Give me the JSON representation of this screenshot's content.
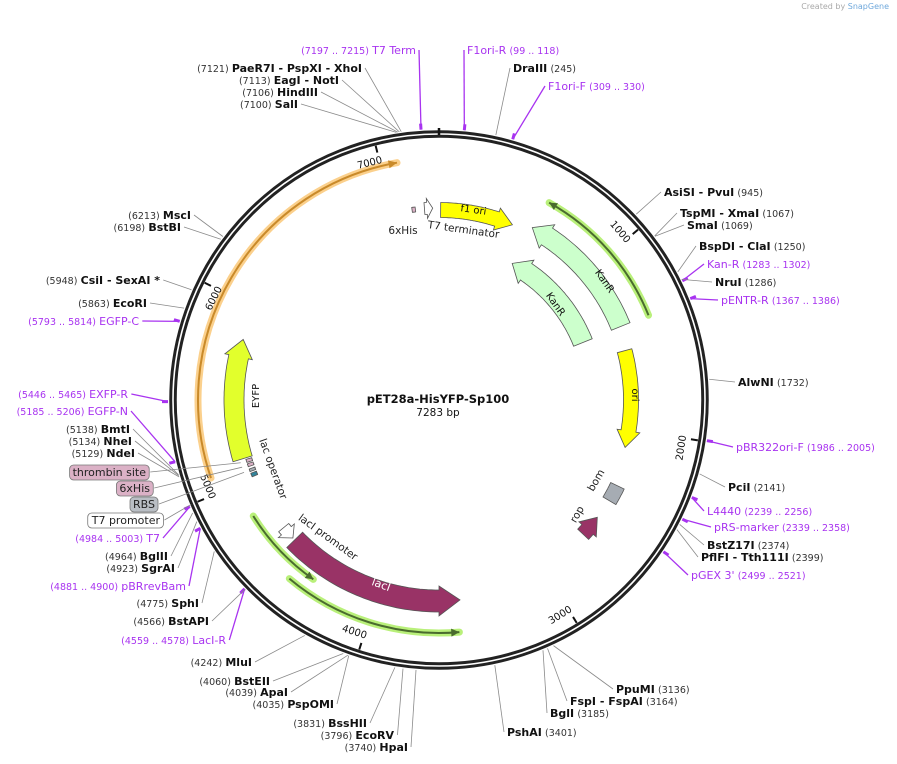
{
  "watermark": {
    "prefix": "Created by",
    "brand": "SnapGene"
  },
  "plasmid": {
    "name": "pET28a-HisYFP-Sp100",
    "length_label": "7283 bp",
    "length": 7283
  },
  "ticks": [
    "1000",
    "2000",
    "3000",
    "4000",
    "5000",
    "6000",
    "7000"
  ],
  "colors": {
    "backbone": "#222222",
    "primer": "#a833f0",
    "site_line": "#8a8a8a"
  },
  "labels": [
    {
      "name": "T7 Term",
      "pos": "(7197 .. 7215)",
      "kind": "primer"
    },
    {
      "name": "PaeR7I  - PspXI  - XhoI",
      "pos": "(7121)",
      "kind": "site"
    },
    {
      "name": "EagI  - NotI",
      "pos": "(7113)",
      "kind": "site"
    },
    {
      "name": "HindIII",
      "pos": "(7106)",
      "kind": "site"
    },
    {
      "name": "SalI",
      "pos": "(7100)",
      "kind": "site"
    },
    {
      "name": "F1ori-R",
      "pos": "(99 .. 118)",
      "kind": "primer"
    },
    {
      "name": "DraIII",
      "pos": "(245)",
      "kind": "site"
    },
    {
      "name": "F1ori-F",
      "pos": "(309 .. 330)",
      "kind": "primer"
    },
    {
      "name": "AsiSI  - PvuI",
      "pos": "(945)",
      "kind": "site"
    },
    {
      "name": "TspMI  - XmaI",
      "pos": "(1067)",
      "kind": "site"
    },
    {
      "name": "SmaI",
      "pos": "(1069)",
      "kind": "site"
    },
    {
      "name": "BspDI  - ClaI",
      "pos": "(1250)",
      "kind": "site"
    },
    {
      "name": "Kan-R",
      "pos": "(1283 .. 1302)",
      "kind": "primer"
    },
    {
      "name": "NruI",
      "pos": "(1286)",
      "kind": "site"
    },
    {
      "name": "pENTR-R",
      "pos": "(1367 .. 1386)",
      "kind": "primer"
    },
    {
      "name": "AlwNI",
      "pos": "(1732)",
      "kind": "site"
    },
    {
      "name": "pBR322ori-F",
      "pos": "(1986 .. 2005)",
      "kind": "primer"
    },
    {
      "name": "PciI",
      "pos": "(2141)",
      "kind": "site"
    },
    {
      "name": "L4440",
      "pos": "(2239 .. 2256)",
      "kind": "primer"
    },
    {
      "name": "pRS-marker",
      "pos": "(2339 .. 2358)",
      "kind": "primer"
    },
    {
      "name": "BstZ17I",
      "pos": "(2374)",
      "kind": "site"
    },
    {
      "name": "PflFI  - Tth111I",
      "pos": "(2399)",
      "kind": "site"
    },
    {
      "name": "pGEX 3'",
      "pos": "(2499 .. 2521)",
      "kind": "primer"
    },
    {
      "name": "PpuMI",
      "pos": "(3136)",
      "kind": "site"
    },
    {
      "name": "FspI  - FspAI",
      "pos": "(3164)",
      "kind": "site"
    },
    {
      "name": "BglI",
      "pos": "(3185)",
      "kind": "site"
    },
    {
      "name": "PshAI",
      "pos": "(3401)",
      "kind": "site"
    },
    {
      "name": "HpaI",
      "pos": "(3740)",
      "kind": "site"
    },
    {
      "name": "EcoRV",
      "pos": "(3796)",
      "kind": "site"
    },
    {
      "name": "BssHII",
      "pos": "(3831)",
      "kind": "site"
    },
    {
      "name": "PspOMI",
      "pos": "(4035)",
      "kind": "site"
    },
    {
      "name": "ApaI",
      "pos": "(4039)",
      "kind": "site"
    },
    {
      "name": "BstEII",
      "pos": "(4060)",
      "kind": "site"
    },
    {
      "name": "MluI",
      "pos": "(4242)",
      "kind": "site"
    },
    {
      "name": "LacI-R",
      "pos": "(4559 .. 4578)",
      "kind": "primer"
    },
    {
      "name": "BstAPI",
      "pos": "(4566)",
      "kind": "site"
    },
    {
      "name": "SphI",
      "pos": "(4775)",
      "kind": "site"
    },
    {
      "name": "pBRrevBam",
      "pos": "(4881 .. 4900)",
      "kind": "primer"
    },
    {
      "name": "SgrAI",
      "pos": "(4923)",
      "kind": "site"
    },
    {
      "name": "BglII",
      "pos": "(4964)",
      "kind": "site"
    },
    {
      "name": "T7",
      "pos": "(4984 .. 5003)",
      "kind": "primer"
    },
    {
      "name": "NdeI",
      "pos": "(5129)",
      "kind": "site"
    },
    {
      "name": "NheI",
      "pos": "(5134)",
      "kind": "site"
    },
    {
      "name": "BmtI",
      "pos": "(5138)",
      "kind": "site"
    },
    {
      "name": "EGFP-N",
      "pos": "(5185 .. 5206)",
      "kind": "primer"
    },
    {
      "name": "EXFP-R",
      "pos": "(5446 .. 5465)",
      "kind": "primer"
    },
    {
      "name": "EGFP-C",
      "pos": "(5793 .. 5814)",
      "kind": "primer"
    },
    {
      "name": "EcoRI",
      "pos": "(5863)",
      "kind": "site"
    },
    {
      "name": "CsiI  - SexAI *",
      "pos": "(5948)",
      "kind": "site"
    },
    {
      "name": "BstBI",
      "pos": "(6198)",
      "kind": "site"
    },
    {
      "name": "MscI",
      "pos": "(6213)",
      "kind": "site"
    }
  ],
  "features": [
    {
      "name": "f1 ori",
      "start": 10,
      "end": 460,
      "strand": "+",
      "color": "#ffff00",
      "ring": "f1"
    },
    {
      "name": "KanR",
      "start": 575,
      "end": 1375,
      "strand": "-",
      "color": "#ccffcc",
      "ring": "kan1"
    },
    {
      "name": "KanR",
      "start": 570,
      "end": 1380,
      "strand": "-",
      "color": "#ccffcc",
      "ring": "kan2"
    },
    {
      "name": "ori",
      "start": 1520,
      "end": 2110,
      "strand": "+",
      "color": "#ffff00",
      "ring": "ori"
    },
    {
      "name": "bom",
      "start": 2340,
      "end": 2440,
      "strand": "none",
      "color": "#a6acb3",
      "ring": "bom"
    },
    {
      "name": "rop",
      "start": 2560,
      "end": 2690,
      "strand": "-",
      "color": "#993366",
      "ring": "rop"
    },
    {
      "name": "lacI",
      "start": 3520,
      "end": 4570,
      "strand": "-",
      "color": "#993366",
      "ring": "laci"
    },
    {
      "name": "lacI promoter",
      "start": 4585,
      "end": 4665,
      "strand": "-",
      "color": "#ffffff",
      "ring": "lacip"
    },
    {
      "name": "lac operator",
      "start": 5010,
      "end": 5032,
      "strand": "none",
      "color": "#31849b",
      "ring": "small"
    },
    {
      "name": "RBS",
      "start": 5042,
      "end": 5058,
      "strand": "none",
      "color": "#a6acb3",
      "ring": "small"
    },
    {
      "name": "6xHis",
      "start": 5072,
      "end": 5090,
      "strand": "none",
      "color": "#dbb1c6",
      "ring": "small"
    },
    {
      "name": "thrombin site",
      "start": 5098,
      "end": 5116,
      "strand": "none",
      "color": "#dbb1c6",
      "ring": "small"
    },
    {
      "name": "EYFP",
      "start": 5125,
      "end": 5810,
      "strand": "+",
      "color": "#e2ff2c",
      "ring": "eyfp"
    },
    {
      "name": "6xHis",
      "start": 7120,
      "end": 7140,
      "strand": "none",
      "color": "#dbb1c6",
      "ring": "his2"
    },
    {
      "name": "T7 terminator",
      "start": 7195,
      "end": 7245,
      "strand": "+",
      "color": "#ffffff",
      "ring": "t7t"
    }
  ],
  "highlight_arcs": [
    {
      "start": 590,
      "end": 1375,
      "strand": "-",
      "color": "#4a6b2e",
      "glow": "#b9f07a"
    },
    {
      "start": 4350,
      "end": 4815,
      "strand": "-",
      "color": "#4a6b2e",
      "glow": "#b9f07a"
    },
    {
      "start": 3540,
      "end": 4450,
      "strand": "-",
      "color": "#4a6b2e",
      "glow": "#b9f07a"
    },
    {
      "start": 5080,
      "end": 7080,
      "strand": "+",
      "color": "#c98a2a",
      "glow": "#fbd08c"
    }
  ],
  "boxed_labels": [
    {
      "name": "thrombin site",
      "color": "#dbb1c6"
    },
    {
      "name": "6xHis",
      "color": "#dbb1c6"
    },
    {
      "name": "RBS",
      "color": "#b9bec4"
    },
    {
      "name": "T7 promoter",
      "color": "#ffffff"
    }
  ]
}
